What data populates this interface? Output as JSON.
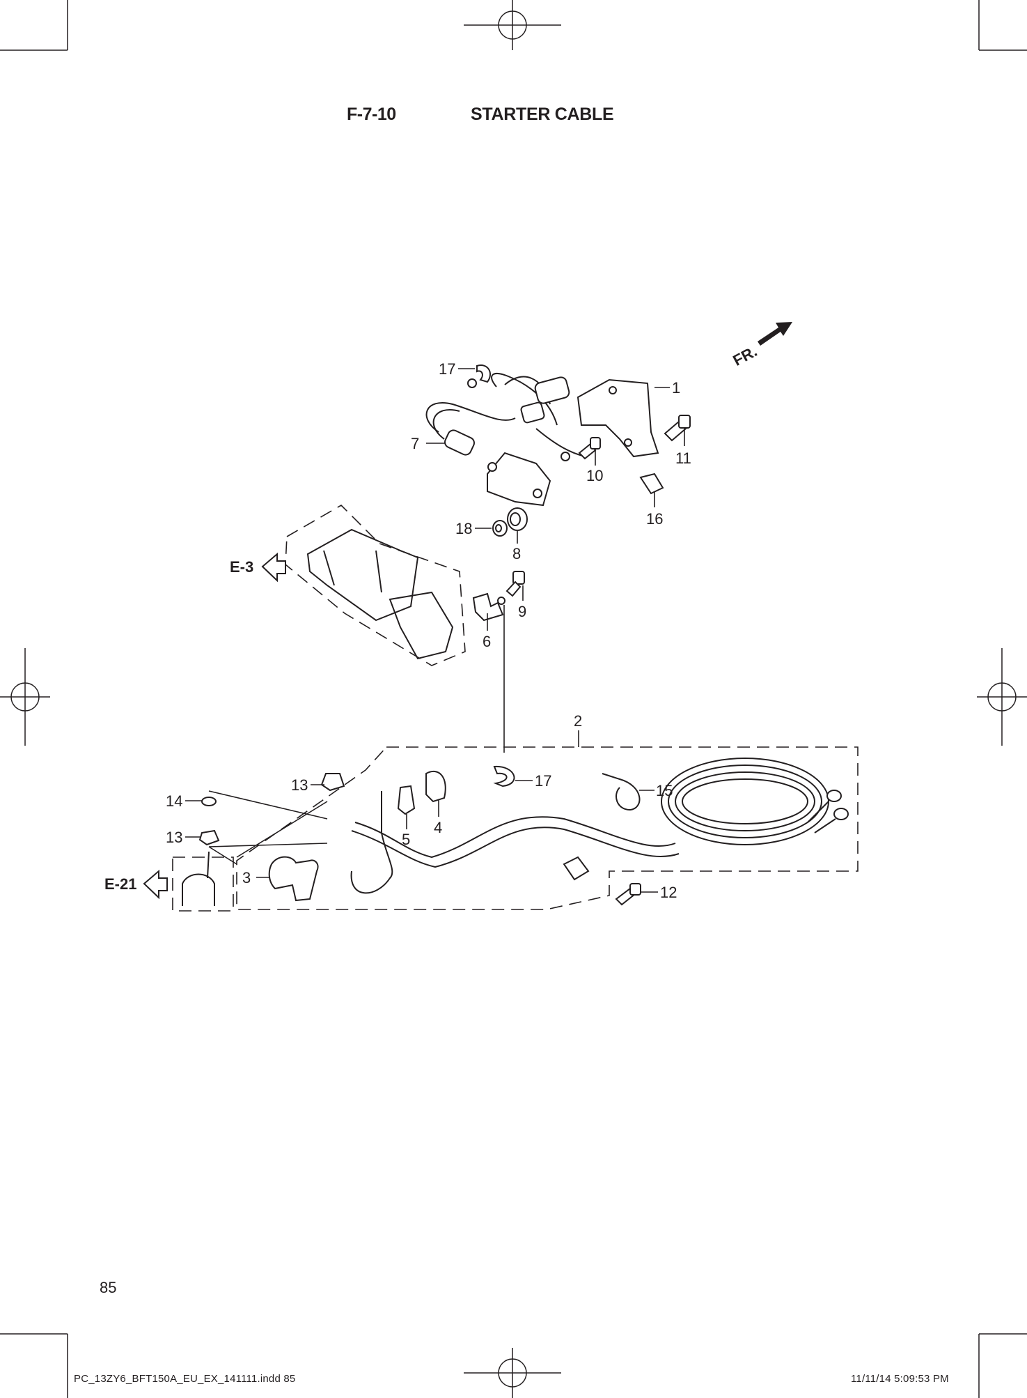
{
  "header": {
    "figure_code": "F-7-10",
    "figure_title": "STARTER CABLE",
    "direction_label": "FR."
  },
  "references": {
    "e3": "E-3",
    "e21": "E-21"
  },
  "callouts": {
    "c1": "1",
    "c2": "2",
    "c3": "3",
    "c4": "4",
    "c5": "5",
    "c6": "6",
    "c7": "7",
    "c8": "8",
    "c9": "9",
    "c10": "10",
    "c11": "11",
    "c12": "12",
    "c13a": "13",
    "c13b": "13",
    "c14": "14",
    "c15": "15",
    "c16": "16",
    "c17a": "17",
    "c17b": "17",
    "c18": "18"
  },
  "footer": {
    "page_number": "85",
    "file_info": "PC_13ZY6_BFT150A_EU_EX_141111.indd   85",
    "timestamp": "11/11/14   5:09:53 PM"
  }
}
